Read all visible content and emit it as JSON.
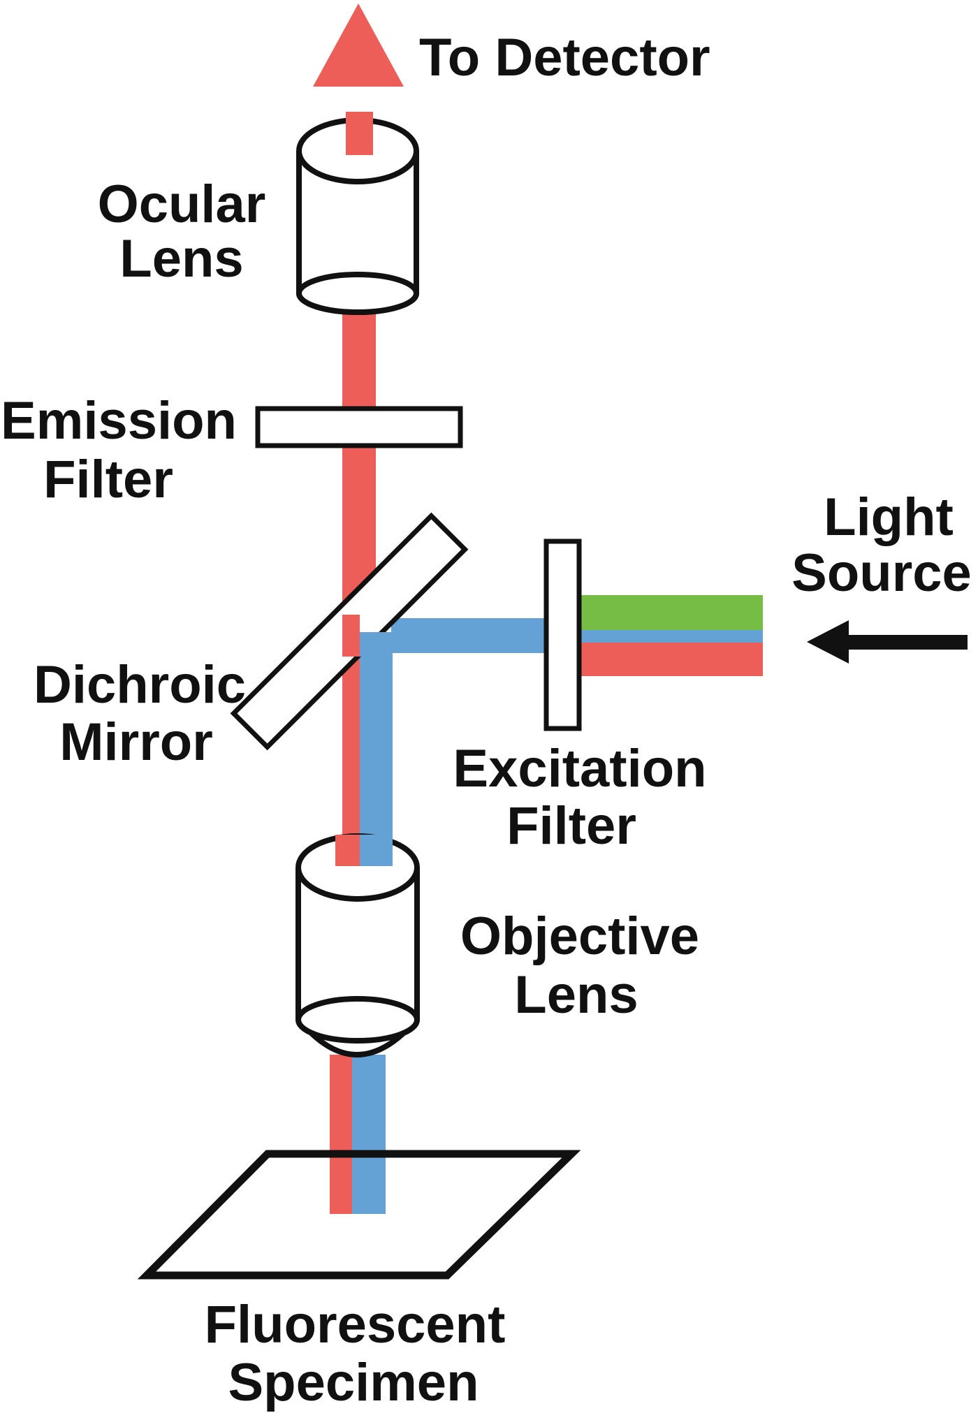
{
  "labels": {
    "to_detector": "To Detector",
    "ocular_line1": "Ocular",
    "ocular_line2": "Lens",
    "emission_line1": "Emission",
    "emission_line2": "Filter",
    "light_line1": "Light",
    "light_line2": "Source",
    "dichroic_line1": "Dichroic",
    "dichroic_line2": "Mirror",
    "excitation_line1": "Excitation",
    "excitation_line2": "Filter",
    "objective_line1": "Objective",
    "objective_line2": "Lens",
    "specimen_line1": "Fluorescent",
    "specimen_line2": "Specimen"
  },
  "colors": {
    "emission_red": "#ee5e59",
    "excitation_blue": "#64a2d6",
    "green": "#76bd45",
    "outline": "#111111"
  }
}
